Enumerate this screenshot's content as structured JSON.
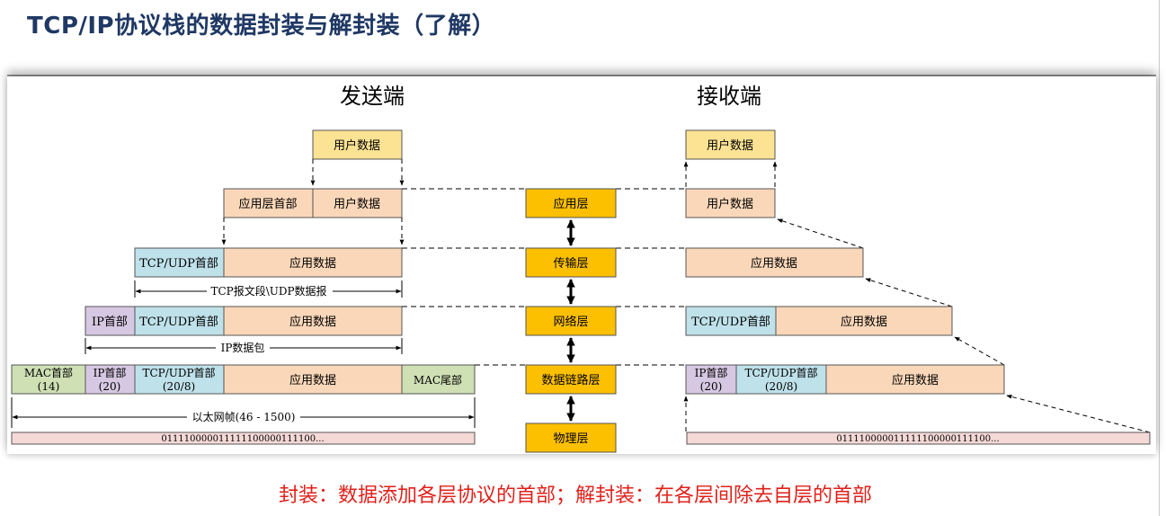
{
  "title": "TCP/IP协议栈的数据封装与解封装（了解）",
  "sender": {
    "heading": "发送端",
    "row1": {
      "user_data": "用户数据"
    },
    "row2": {
      "app_header": "应用层首部",
      "user_data": "用户数据"
    },
    "row3": {
      "tcp_header": "TCP/UDP首部",
      "app_data": "应用数据"
    },
    "segment_label": "TCP报文段\\UDP数据报",
    "row4": {
      "ip_header": "IP首部",
      "tcp_header": "TCP/UDP首部",
      "app_data": "应用数据"
    },
    "packet_label": "IP数据包",
    "row5": {
      "mac_header": "MAC首部",
      "mac_header_size": "(14)",
      "ip_header": "IP首部",
      "ip_header_size": "(20)",
      "tcp_header": "TCP/UDP首部",
      "tcp_header_size": "(20/8)",
      "app_data": "应用数据",
      "mac_trailer": "MAC尾部"
    },
    "frame_label": "以太网帧(46 - 1500)",
    "bits": "011110000011111100000111100..."
  },
  "layers": {
    "application": "应用层",
    "transport": "传输层",
    "network": "网络层",
    "datalink": "数据链路层",
    "physical": "物理层"
  },
  "receiver": {
    "heading": "接收端",
    "row1": {
      "user_data": "用户数据"
    },
    "row2": {
      "user_data": "用户数据"
    },
    "row3": {
      "app_data": "应用数据"
    },
    "row4": {
      "tcp_header": "TCP/UDP首部",
      "app_data": "应用数据"
    },
    "row5": {
      "ip_header": "IP首部",
      "ip_header_size": "(20)",
      "tcp_header": "TCP/UDP首部",
      "tcp_header_size": "(20/8)",
      "app_data": "应用数据"
    },
    "bits": "011110000011111100000111100..."
  },
  "footer": "封装：数据添加各层协议的首部；解封装：在各层间除去自层的首部",
  "colors": {
    "user_data": "#fce293",
    "app": "#fad7b9",
    "tcp": "#bfe1ea",
    "ip": "#d6c8e2",
    "mac": "#cee0b4",
    "layer": "#fcc000",
    "bits": "#f5d9d7",
    "title": "#1f3864",
    "footer": "#e0201a"
  }
}
